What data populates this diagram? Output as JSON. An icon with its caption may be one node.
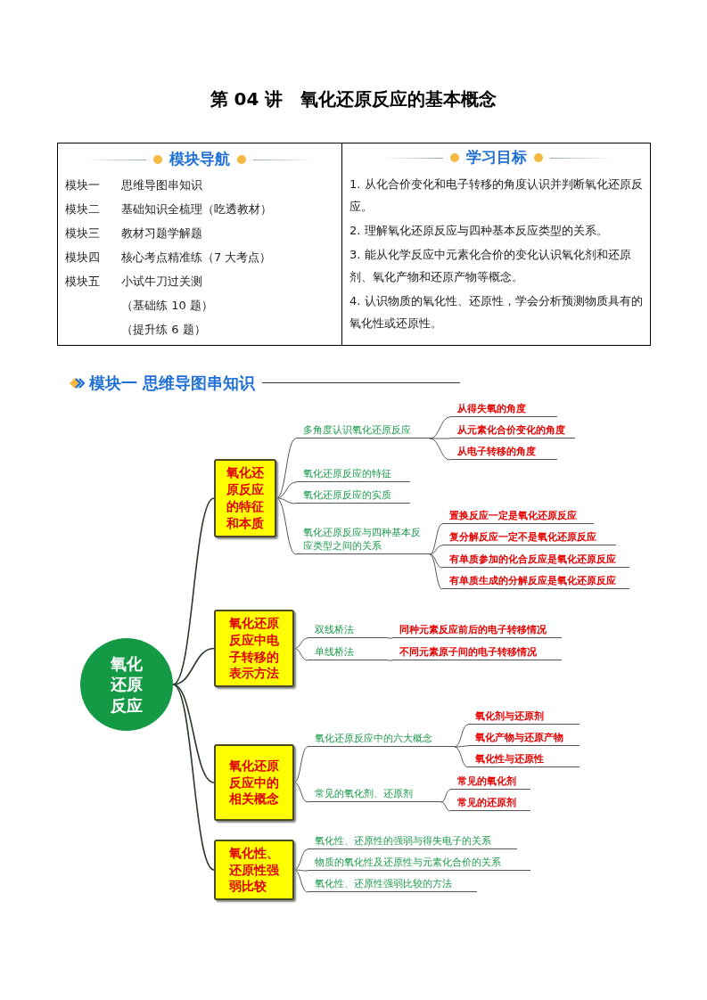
{
  "diagram": {
    "title": "第 04 讲　氧化还原反应的基本概念",
    "nodes": [
      {
        "text": [
          "氧化还原反应"
        ]
      },
      {
        "text": [
          "氧化还原反应的特征和本质"
        ]
      },
      {
        "text": [
          "氧化还原反应中电子转移的表示方法"
        ]
      },
      {
        "text": [
          "氧化还原反应中的相关概念"
        ]
      },
      {
        "text": [
          "氧化性、还原性强弱比较"
        ]
      },
      {
        "text": [
          "多角度认识氧化还原反应"
        ]
      },
      {
        "text": [
          "从得失氧的角度"
        ]
      },
      {
        "text": [
          "从元素化合价变化的角度"
        ]
      },
      {
        "text": [
          "从电子转移的角度"
        ]
      },
      {
        "text": [
          "氧化还原反应的特征"
        ]
      },
      {
        "text": [
          "氧化还原反应的实质"
        ]
      },
      {
        "text": [
          "氧化还原反应与四种基本反应类型之间的关系"
        ]
      },
      {
        "text": [
          "置换反应一定是氧化还原反应"
        ]
      },
      {
        "text": [
          "复分解反应一定不是氧化还原反应"
        ]
      },
      {
        "text": [
          "有单质参加的化合反应是氧化还原反应"
        ]
      },
      {
        "text": [
          "有单质生成的分解反应是氧化还原反应"
        ]
      },
      {
        "text": [
          "双线桥法"
        ]
      },
      {
        "text": [
          "同种元素反应前后的电子转移情况"
        ]
      },
      {
        "text": [
          "单线桥法"
        ]
      },
      {
        "text": [
          "不同元素原子间的电子转移情况"
        ]
      },
      {
        "text": [
          "氧化还原反应中的六大概念"
        ]
      },
      {
        "text": [
          "氧化剂与还原剂"
        ]
      },
      {
        "text": [
          "氧化产物与还原产物"
        ]
      },
      {
        "text": [
          "氧化性与还原性"
        ]
      },
      {
        "text": [
          "常见的氧化剂、还原剂"
        ]
      },
      {
        "text": [
          "常见的氧化剂"
        ]
      },
      {
        "text": [
          "常见的还原剂"
        ]
      },
      {
        "text": [
          "氧化性、还原性的强弱与得失电子的关系"
        ]
      },
      {
        "text": [
          "物质的氧化性及还原性与元素化合价的关系"
        ]
      },
      {
        "text": [
          "氧化性、还原性强弱比较的方法"
        ]
      }
    ],
    "edges": [
      {
        "from": 0,
        "to": 1,
        "arrow": "none"
      },
      {
        "from": 0,
        "to": 2,
        "arrow": "none"
      },
      {
        "from": 0,
        "to": 3,
        "arrow": "none"
      },
      {
        "from": 0,
        "to": 4,
        "arrow": "none"
      },
      {
        "from": 1,
        "to": 5,
        "arrow": "none"
      },
      {
        "from": 1,
        "to": 9,
        "arrow": "none"
      },
      {
        "from": 1,
        "to": 10,
        "arrow": "none"
      },
      {
        "from": 1,
        "to": 11,
        "arrow": "none"
      },
      {
        "from": 5,
        "to": 6,
        "arrow": "none"
      },
      {
        "from": 5,
        "to": 7,
        "arrow": "none"
      },
      {
        "from": 5,
        "to": 8,
        "arrow": "none"
      },
      {
        "from": 11,
        "to": 12,
        "arrow": "none"
      },
      {
        "from": 11,
        "to": 13,
        "arrow": "none"
      },
      {
        "from": 11,
        "to": 14,
        "arrow": "none"
      },
      {
        "from": 11,
        "to": 15,
        "arrow": "none"
      },
      {
        "from": 2,
        "to": 16,
        "arrow": "none"
      },
      {
        "from": 2,
        "to": 18,
        "arrow": "none"
      },
      {
        "from": 16,
        "to": 17,
        "arrow": "none"
      },
      {
        "from": 18,
        "to": 19,
        "arrow": "none"
      },
      {
        "from": 3,
        "to": 20,
        "arrow": "none"
      },
      {
        "from": 3,
        "to": 24,
        "arrow": "none"
      },
      {
        "from": 20,
        "to": 21,
        "arrow": "none"
      },
      {
        "from": 20,
        "to": 22,
        "arrow": "none"
      },
      {
        "from": 20,
        "to": 23,
        "arrow": "none"
      },
      {
        "from": 24,
        "to": 25,
        "arrow": "none"
      },
      {
        "from": 24,
        "to": 26,
        "arrow": "none"
      },
      {
        "from": 4,
        "to": 27,
        "arrow": "none"
      },
      {
        "from": 4,
        "to": 28,
        "arrow": "none"
      },
      {
        "from": 4,
        "to": 29,
        "arrow": "none"
      }
    ],
    "labels": [
      "模块导航",
      "学习目标",
      "模块一",
      "思维导图串知识",
      "模块二",
      "基础知识全梳理（吃透教材）",
      "模块三",
      "教材习题学解题",
      "模块四",
      "核心考点精准练（7 大考点）",
      "模块五",
      "小试牛刀过关测",
      "（基础练 10 题）",
      "（提升练 6 题）",
      "1. 从化合价变化和电子转移的角度认识并判断氧化还原反应。",
      "2. 理解氧化还原反应与四种基本反应类型的关系。",
      "3. 能从化学反应中元素化合价的变化认识氧化剂和还原剂、氧化产物和还原产物等概念。",
      "4. 认识物质的氧化性、还原性，学会分析预测物质具有的氧化性或还原性。",
      "模块一 思维导图串知识"
    ]
  }
}
